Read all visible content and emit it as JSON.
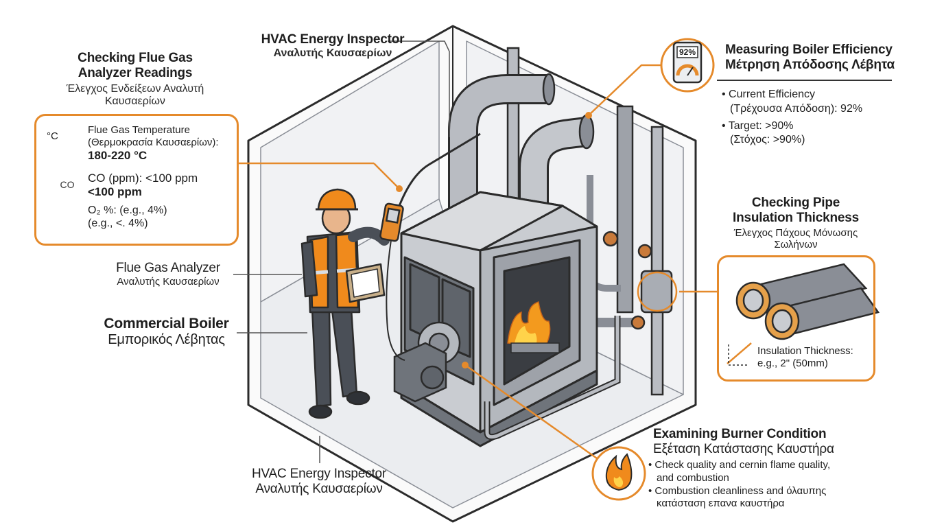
{
  "colors": {
    "accent": "#e58a2b",
    "outline": "#2b2b2b",
    "metal": "#b9bcc2",
    "metal_dark": "#7d828a",
    "flame": "#f39a1e"
  },
  "top_label": {
    "title": "HVAC Energy Inspector",
    "subtitle": "Αναλυτής Καυσαερίων"
  },
  "bottom_label": {
    "title": "HVAC Energy Inspector",
    "subtitle": "Αναλυτής Καυσαερίων"
  },
  "flue_readings": {
    "title_line1": "Checking Flue Gas",
    "title_line2": "Analyzer Readings",
    "subtitle_line1": "Έλεγχος Ενδείξεων Αναλυτή",
    "subtitle_line2": "Καυσαερίων",
    "temp_icon_text": "°C",
    "temp_label": "Flue Gas Temperature",
    "temp_label_gr": "(Θερμοκρασία Καυσαερίων):",
    "temp_value": "180-220 °C",
    "co_icon_text": "CO",
    "co_label": "CO (ppm): <100 ppm",
    "co_value": "<100 ppm",
    "o2_label": "O₂ %: (e.g., 4%)",
    "o2_value": "(e.g., <. 4%)"
  },
  "analyzer_label": {
    "title": "Flue Gas Analyzer",
    "subtitle": "Αναλυτής Καυσαερίων"
  },
  "boiler_label": {
    "title": "Commercial Boiler",
    "subtitle": "Εμπορικός Λέβητας"
  },
  "efficiency": {
    "gauge_text": "92%",
    "title": "Measuring Boiler Efficiency",
    "subtitle": "Μέτρηση Απόδοσης Λέβητα",
    "bullet1_line1": "• Current Efficiency",
    "bullet1_line2": "(Τρέχουσα Απόδοση): 92%",
    "bullet2_line1": "• Target: >90%",
    "bullet2_line2": "(Στόχος: >90%)"
  },
  "insulation": {
    "title_line1": "Checking Pipe",
    "title_line2": "Insulation Thickness",
    "subtitle_line1": "Έλεγχος Πάχους Μόνωσης",
    "subtitle_line2": "Σωλήνων",
    "label_line1": "Insulation Thickness:",
    "label_line2": "e.g., 2\" (50mm)"
  },
  "burner": {
    "title": "Examining Burner Condition",
    "subtitle": "Εξέταση Κατάστασης Καυστήρα",
    "bullet1_line1": "• Check quality and cernin flame quality,",
    "bullet1_line2": "and combustion",
    "bullet2_line1": "• Combustion cleanliness and όλαυπης",
    "bullet2_line2": "κατάσταση επανα καυστήρα"
  }
}
